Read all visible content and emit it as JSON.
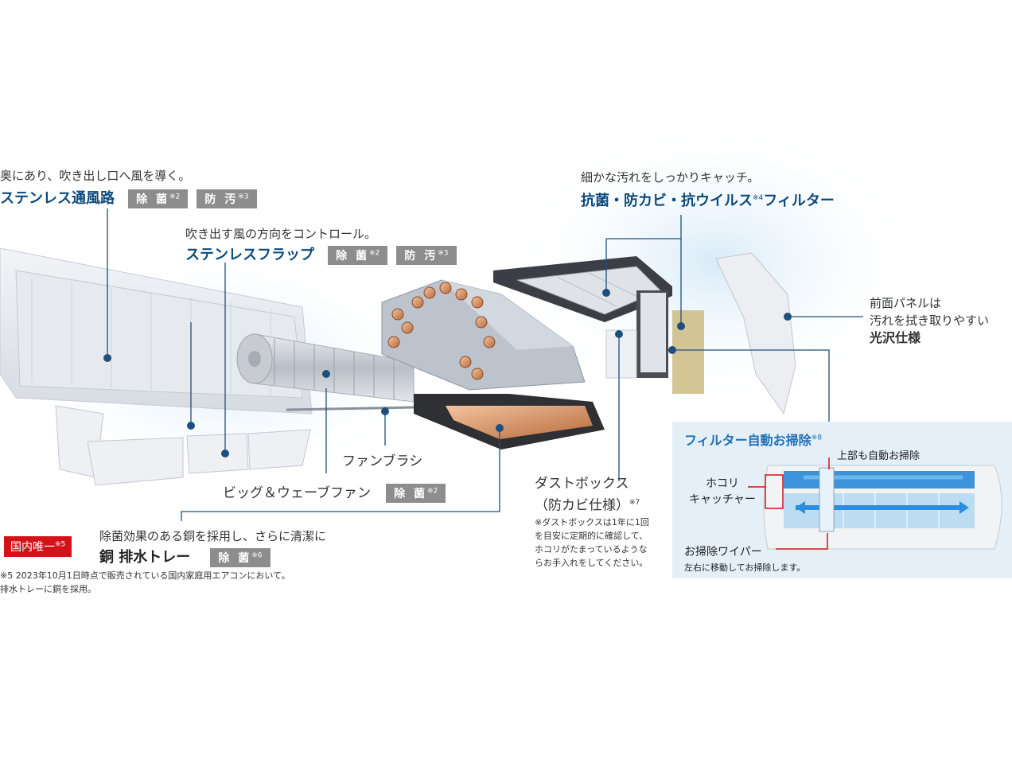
{
  "stainless_duct": {
    "desc": "奥にあり、吹き出し口へ風を導く。",
    "title": "ステンレス通風路",
    "tag1": "除 菌",
    "tag1_ref": "※2",
    "tag2": "防 汚",
    "tag2_ref": "※3"
  },
  "stainless_flap": {
    "desc": "吹き出す風の方向をコントロール。",
    "title": "ステンレスフラップ",
    "tag1": "除 菌",
    "tag1_ref": "※2",
    "tag2": "防 汚",
    "tag2_ref": "※3"
  },
  "filter": {
    "desc": "細かな汚れをしっかりキャッチ。",
    "title_a": "抗菌・防カビ・抗ウイルス",
    "title_ref": "※4",
    "title_b": "フィルター"
  },
  "front_panel": {
    "line1": "前面パネルは",
    "line2": "汚れを拭き取りやすい",
    "line3": "光沢仕様"
  },
  "fan_brush": {
    "label": "ファンブラシ"
  },
  "big_wave_fan": {
    "label": "ビッグ＆ウェーブファン",
    "tag": "除 菌",
    "tag_ref": "※2"
  },
  "dust_box": {
    "line1": "ダストボックス",
    "line2": "（防カビ仕様）",
    "ref": "※7",
    "note1": "※ダストボックスは1年に1回",
    "note2": "を目安に定期的に確認して、",
    "note3": "ホコリがたまっているような",
    "note4": "らお手入れをしてください。"
  },
  "auto_clean": {
    "title": "フィルター自動お掃除",
    "title_ref": "※8",
    "top_label": "上部も自動お掃除",
    "catcher1": "ホコリ",
    "catcher2": "キャッチャー",
    "wiper": "お掃除ワイパー",
    "wiper_desc": "左右に移動してお掃除します。"
  },
  "drain_tray": {
    "badge": "国内唯一",
    "badge_ref": "※5",
    "desc": "除菌効果のある銅を採用し、さらに清潔に",
    "title": "銅 排水トレー",
    "tag": "除 菌",
    "tag_ref": "※6",
    "note1": "※5 2023年10月1日時点で販売されている国内家庭用エアコンにおいて。",
    "note2": "排水トレーに銅を採用。"
  },
  "colors": {
    "accent": "#0b4a7c",
    "tag_gray": "#8d8d8d",
    "red": "#d3121a",
    "panel_bg": "#e4eff8"
  }
}
